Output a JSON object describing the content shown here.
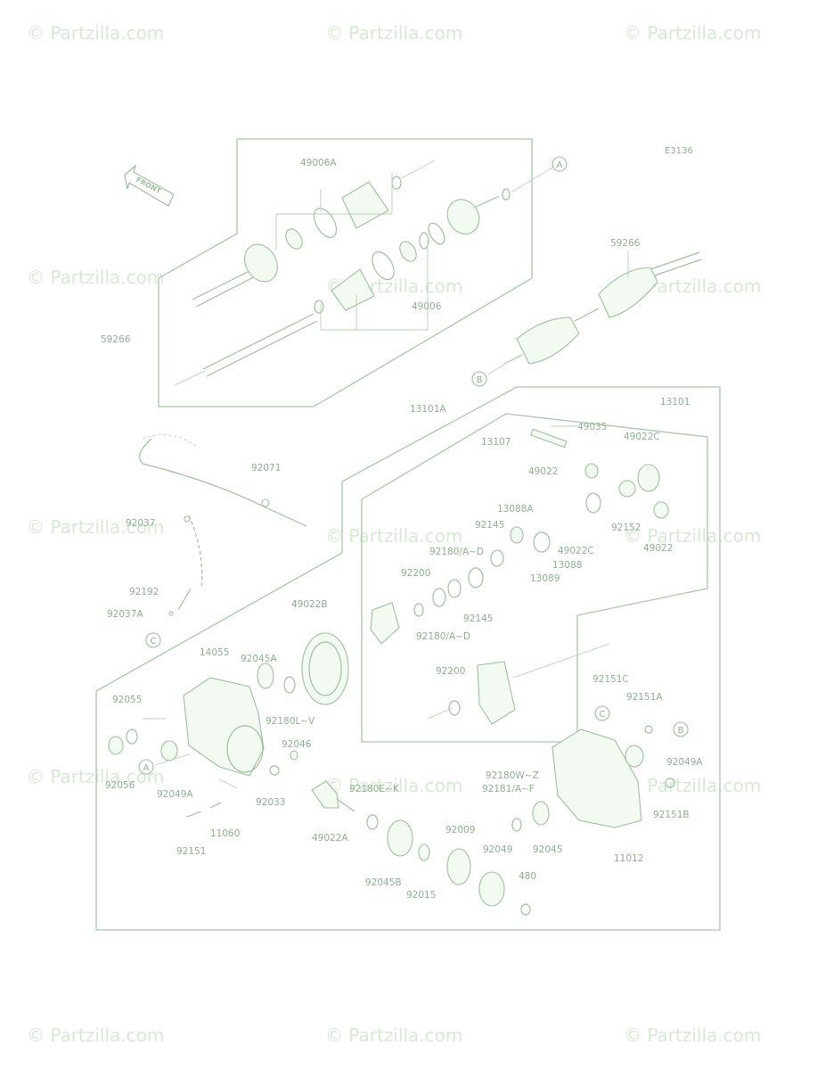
{
  "diagram_code": "E3136",
  "front_label": "FRONT",
  "watermarks": [
    "© Partzilla.com",
    "© Partzilla.com",
    "© Partzilla.com",
    "© Partzilla.com",
    "© Partzilla.com",
    "© Partzilla.com",
    "© Partzilla.com",
    "© Partzilla.com",
    "© Partzilla.com",
    "© Partzilla.com",
    "© Partzilla.com",
    "© Partzilla.com",
    "© Partzilla.com",
    "© Partzilla.com",
    "© Partzilla.com"
  ],
  "ref_markers": [
    "A",
    "B",
    "A",
    "B",
    "C",
    "C"
  ],
  "part_labels": [
    "49006A",
    "49006",
    "59266",
    "59266",
    "13101A",
    "13101",
    "49035",
    "13107",
    "49022C",
    "49022",
    "92071",
    "13088A",
    "92145",
    "92152",
    "49022",
    "92180/A~D",
    "92037",
    "92200",
    "49022C",
    "13088",
    "13089",
    "92145",
    "92192",
    "92180/A~D",
    "92037A",
    "49022B",
    "14055",
    "92045A",
    "92200",
    "92151C",
    "92151A",
    "92055",
    "92180L~V",
    "92046",
    "92049A",
    "92180W~Z",
    "92181/A~F",
    "92180E~K",
    "92056",
    "92049A",
    "92033",
    "92151B",
    "49022A",
    "92009",
    "92049",
    "92045",
    "11060",
    "11012",
    "92151",
    "92045B",
    "92015",
    "480"
  ]
}
